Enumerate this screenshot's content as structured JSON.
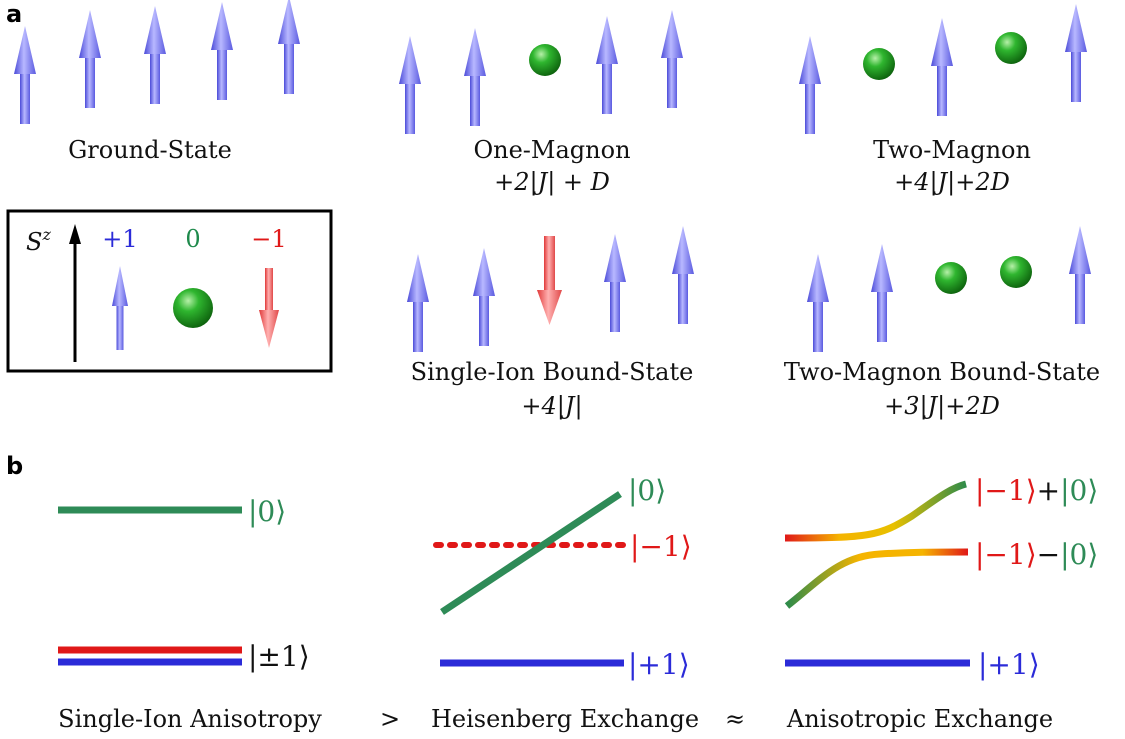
{
  "panel_labels": {
    "a": "a",
    "b": "b"
  },
  "colors": {
    "blue": "#2b2bd8",
    "green": "#1f8a4c",
    "red": "#e01818",
    "orange": "#f5b400",
    "black": "#000000"
  },
  "panel_a": {
    "configs": [
      {
        "name": "Ground-State",
        "energy": ""
      },
      {
        "name": "One-Magnon",
        "energy": "+2|J| + D"
      },
      {
        "name": "Two-Magnon",
        "energy": "+4|J|+2D"
      },
      {
        "name": "Single-Ion Bound-State",
        "energy": "+4|J|"
      },
      {
        "name": "Two-Magnon Bound-State",
        "energy": "+3|J|+2D"
      }
    ],
    "legend": {
      "axis_label": "S",
      "axis_superscript": "z",
      "values": [
        "+1",
        "0",
        "−1"
      ]
    }
  },
  "panel_b": {
    "labels": {
      "zero": "|0⟩",
      "pm_one": "|±1⟩",
      "heis_zero": "|0⟩",
      "heis_minus": "|−1⟩",
      "heis_plus": "|+1⟩",
      "aniso_upper_a": "|−1⟩",
      "aniso_upper_op": "+",
      "aniso_upper_b": "|0⟩",
      "aniso_lower_a": "|−1⟩",
      "aniso_lower_op": "−",
      "aniso_lower_b": "|0⟩",
      "aniso_plus": "|+1⟩"
    },
    "bottom": {
      "left": "Single-Ion Anisotropy",
      "op1": ">",
      "middle": "Heisenberg Exchange",
      "op2": "≈",
      "right": "Anisotropic Exchange"
    }
  }
}
